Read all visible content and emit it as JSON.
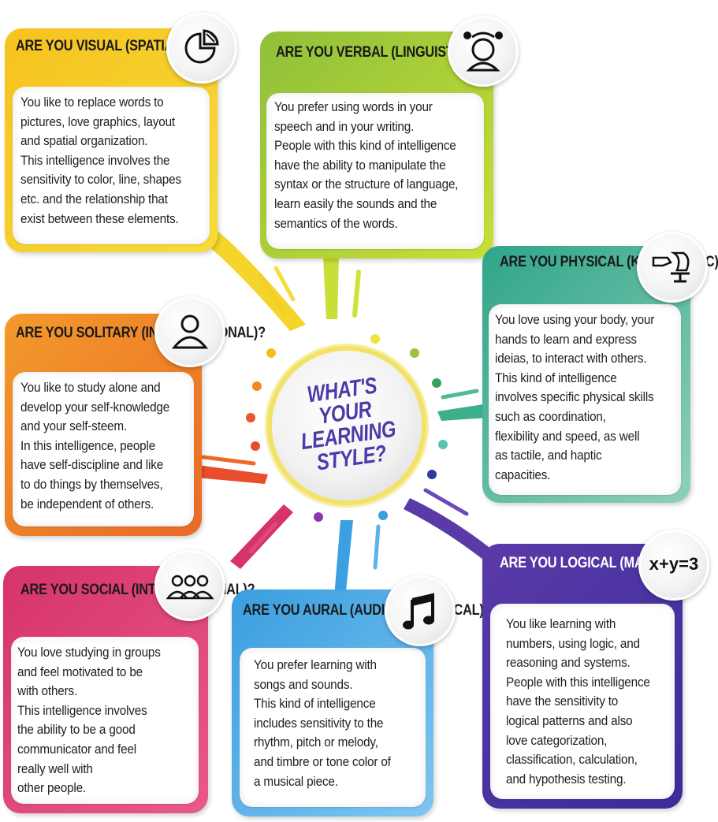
{
  "center": {
    "title": "WHAT'S\nYOUR\nLEARNING\nSTYLE?"
  },
  "cards": {
    "visual": {
      "title": "ARE YOU VISUAL\n(SPATIAL)?",
      "body": "You like to replace words to\npictures, love graphics, layout\nand spatial organization.\nThis intelligence involves the\nsensitivity to color, line, shapes\netc. and the relationship that\nexist between these elements.",
      "icon": "pie-chart-icon",
      "color": "#f2b820"
    },
    "verbal": {
      "title": "ARE YOU VERBAL\n(LINGUISTIC)?",
      "body": "You prefer using words in your\nspeech and in your writing.\nPeople with this kind of intelligence\nhave the ability to manipulate the\nsyntax or the structure of language,\nlearn easily the sounds and the\nsemantics of the words.",
      "icon": "speaking-face-icon",
      "color": "#9cc43a"
    },
    "physical": {
      "title": "ARE YOU PHYSICAL\n(KINESTHETIC)?",
      "body": "You love using your body, your\nhands to learn and express\nideias, to interact with others.\nThis kind of intelligence\ninvolves specific physical skills\nsuch as coordination,\nflexibility and speed, as well\nas tactile, and haptic\ncapacities.",
      "icon": "pottery-hands-icon",
      "color": "#3fae8c"
    },
    "solitary": {
      "title": "ARE YOU SOLITARY\n(INTRAPERSONAL)?",
      "body": "You like to study alone and\ndevelop your self-knowledge\nand your self-steem.\nIn this intelligence, people\nhave self-discipline and like\nto do things by themselves,\nbe independent of others.",
      "icon": "person-icon",
      "color": "#ef8424"
    },
    "social": {
      "title": "ARE YOU SOCIAL\n(INTERPERSONAL)?",
      "body": "You love studying in groups\nand feel motivated to be\nwith others.\nThis intelligence involves\nthe ability to be a good\ncommunicator and feel\nreally well with\nother people.",
      "icon": "group-icon",
      "color": "#d6336a"
    },
    "aural": {
      "title": "ARE YOU AURAL\n(AUDITORY-MUSICAL)?",
      "body": "You prefer learning with\nsongs and sounds.\nThis kind of intelligence\nincludes sensitivity to the\nrhythm, pitch or melody,\nand timbre or tone color of\na musical piece.",
      "icon": "music-note-icon",
      "color": "#3b9fe0"
    },
    "logical": {
      "title": "ARE YOU LOGICAL\n(MATHEMATICAL)?",
      "body": "You like learning with\nnumbers, using logic, and\nreasoning and systems.\nPeople with this intelligence\nhave the sensitivity to\nlogical patterns and also\nlove categorization,\nclassification, calculation,\nand hypothesis testing.",
      "icon": "equation-icon",
      "icon_text": "x+y=3",
      "color": "#5a3aa8"
    }
  }
}
